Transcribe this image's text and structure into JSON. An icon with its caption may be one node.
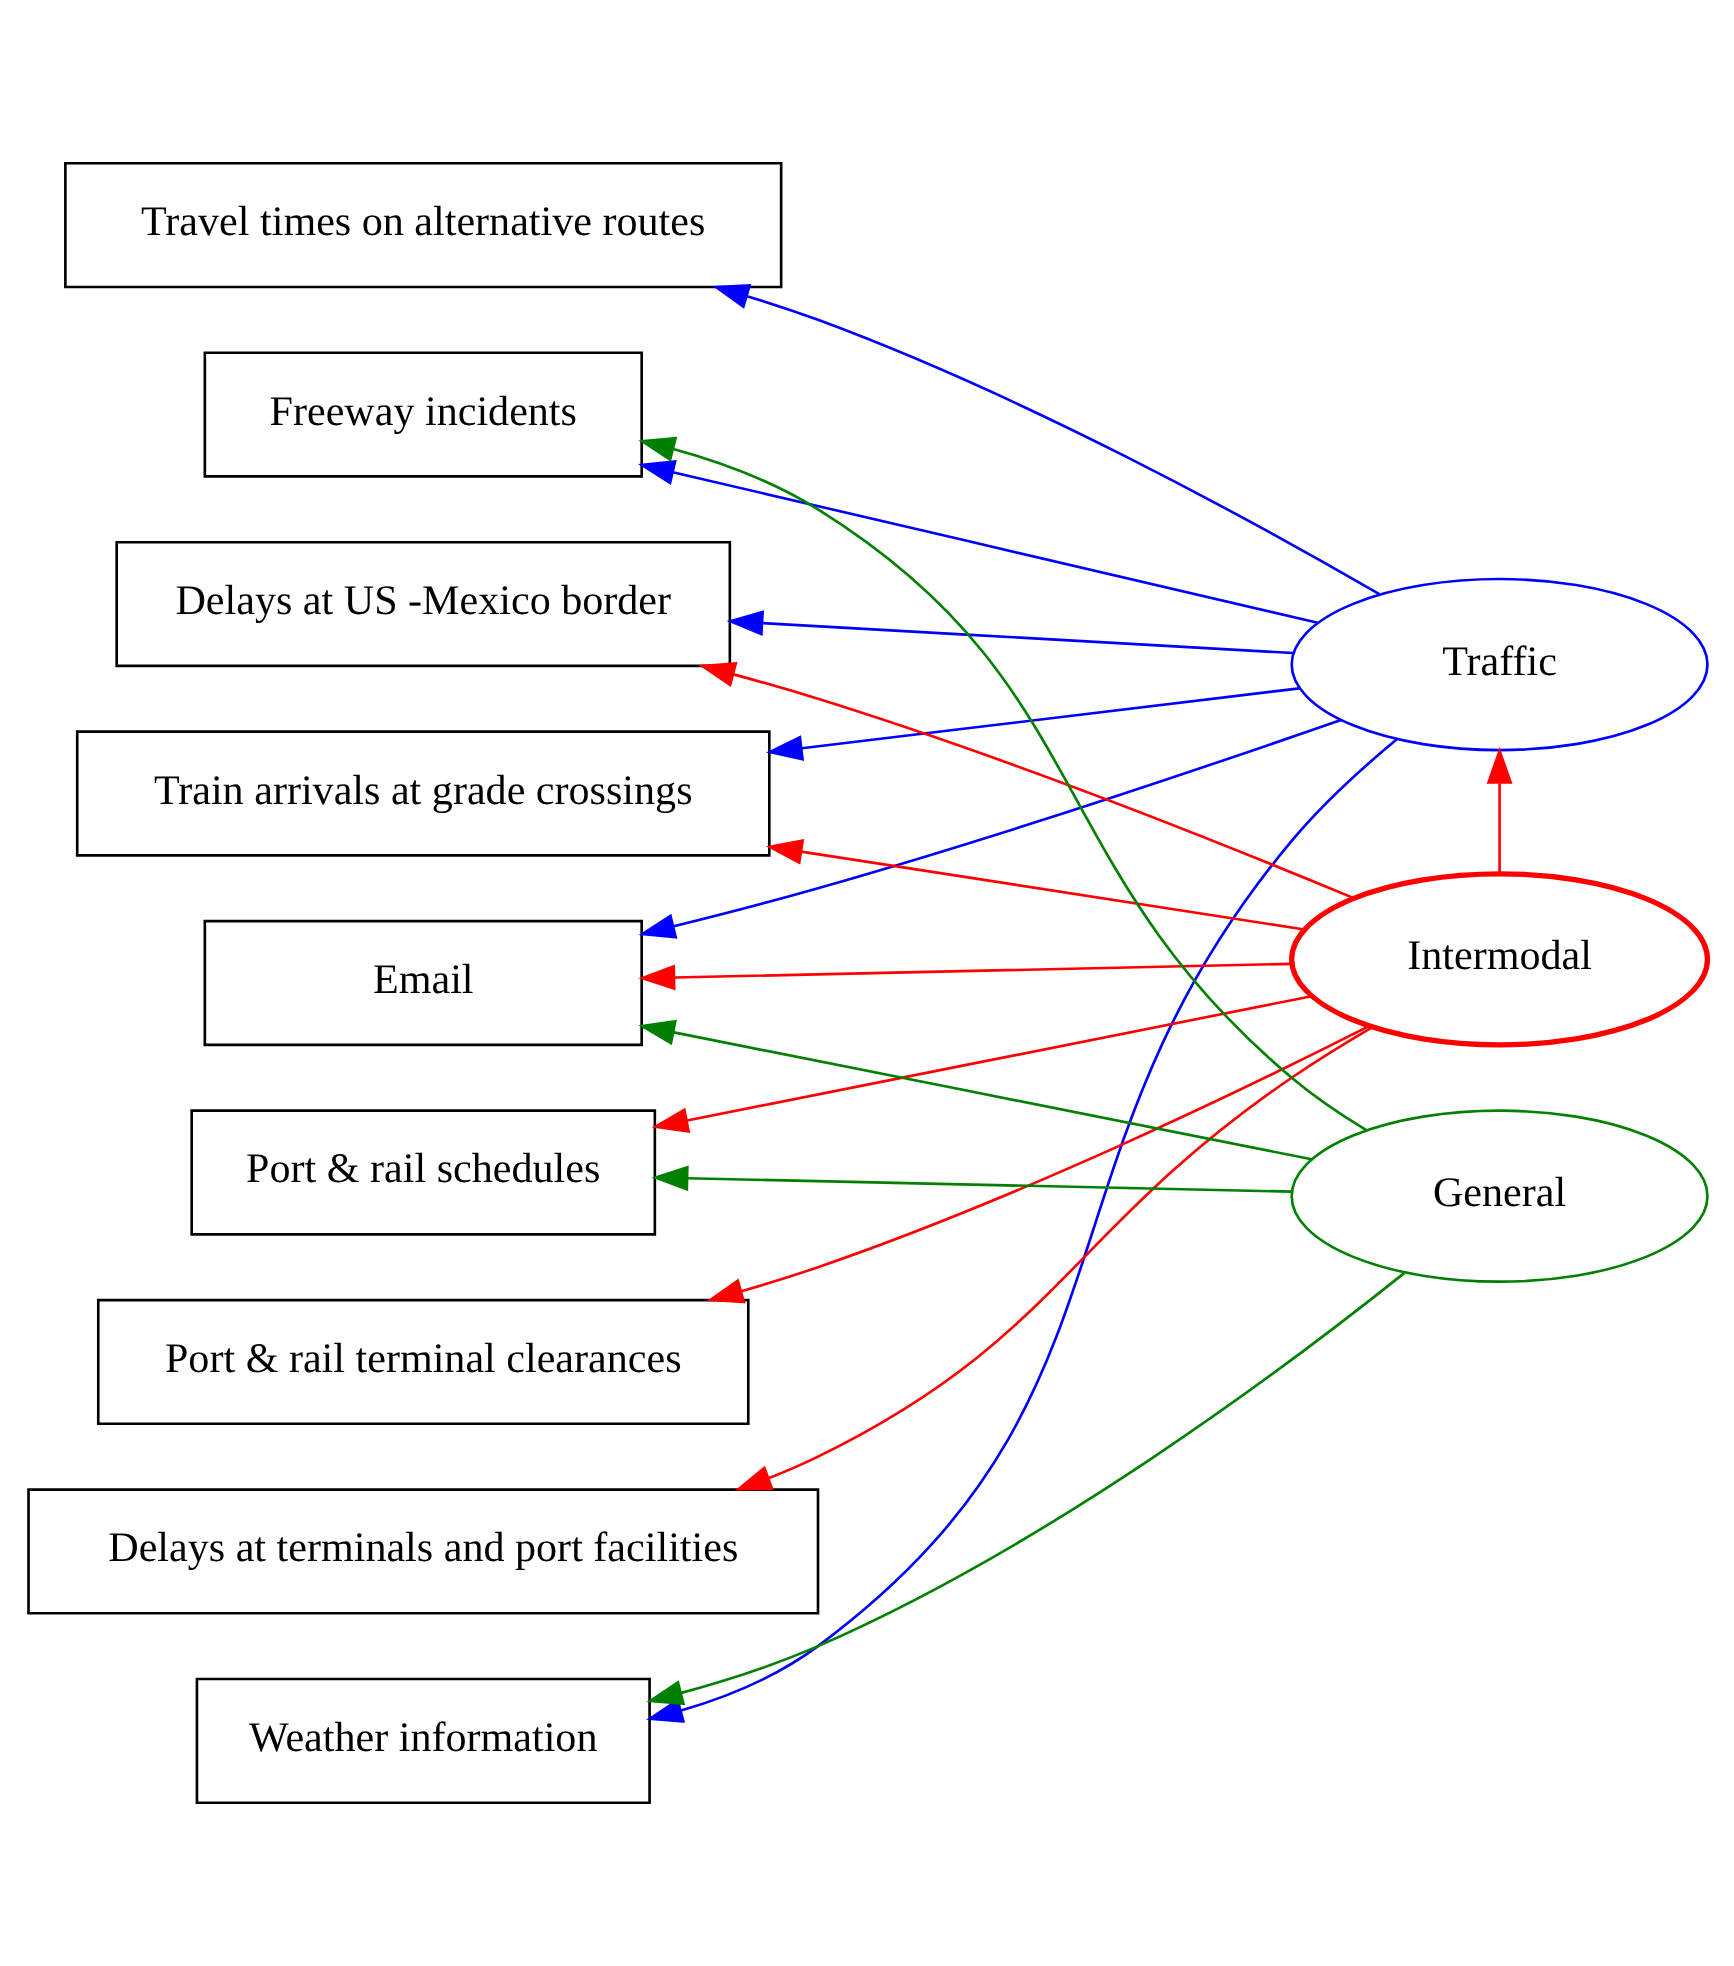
{
  "diagram": {
    "nodes": [
      {
        "text": [
          "Travel times on alternative routes"
        ]
      },
      {
        "text": [
          "Freeway incidents"
        ]
      },
      {
        "text": [
          "Delays at US -Mexico border"
        ]
      },
      {
        "text": [
          "Train arrivals at grade crossings"
        ]
      },
      {
        "text": [
          "Email"
        ]
      },
      {
        "text": [
          "Port & rail schedules"
        ]
      },
      {
        "text": [
          "Port & rail terminal clearances"
        ]
      },
      {
        "text": [
          "Delays at terminals and port facilities"
        ]
      },
      {
        "text": [
          "Weather information"
        ]
      },
      {
        "text": [
          "Traffic"
        ]
      },
      {
        "text": [
          "Intermodal"
        ]
      },
      {
        "text": [
          "General"
        ]
      }
    ],
    "edges": [
      {
        "from": 9,
        "to": 0,
        "arrow": "to",
        "color": "#0000ff"
      },
      {
        "from": 9,
        "to": 1,
        "arrow": "to",
        "color": "#0000ff"
      },
      {
        "from": 9,
        "to": 2,
        "arrow": "to",
        "color": "#0000ff"
      },
      {
        "from": 9,
        "to": 3,
        "arrow": "to",
        "color": "#0000ff"
      },
      {
        "from": 9,
        "to": 4,
        "arrow": "to",
        "color": "#0000ff"
      },
      {
        "from": 9,
        "to": 8,
        "arrow": "to",
        "color": "#0000ff"
      },
      {
        "from": 10,
        "to": 9,
        "arrow": "to",
        "color": "#ff0000"
      },
      {
        "from": 10,
        "to": 2,
        "arrow": "to",
        "color": "#ff0000"
      },
      {
        "from": 10,
        "to": 3,
        "arrow": "to",
        "color": "#ff0000"
      },
      {
        "from": 10,
        "to": 4,
        "arrow": "to",
        "color": "#ff0000"
      },
      {
        "from": 10,
        "to": 5,
        "arrow": "to",
        "color": "#ff0000"
      },
      {
        "from": 10,
        "to": 6,
        "arrow": "to",
        "color": "#ff0000"
      },
      {
        "from": 10,
        "to": 7,
        "arrow": "to",
        "color": "#ff0000"
      },
      {
        "from": 11,
        "to": 1,
        "arrow": "to",
        "color": "#008000"
      },
      {
        "from": 11,
        "to": 4,
        "arrow": "to",
        "color": "#008000"
      },
      {
        "from": 11,
        "to": 5,
        "arrow": "to",
        "color": "#008000"
      },
      {
        "from": 11,
        "to": 8,
        "arrow": "to",
        "color": "#008000"
      }
    ]
  }
}
